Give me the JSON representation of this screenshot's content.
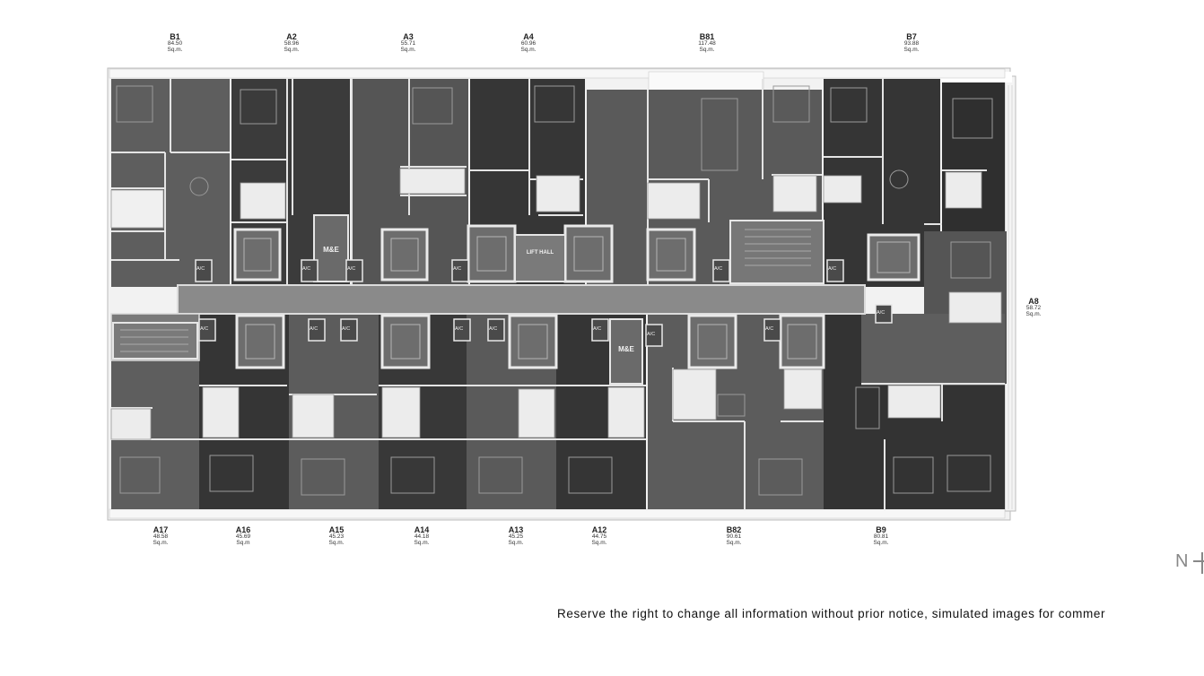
{
  "units_top": [
    {
      "code": "B1",
      "area": "84.50",
      "unit": "Sq.m."
    },
    {
      "code": "A2",
      "area": "58.96",
      "unit": "Sq.m."
    },
    {
      "code": "A3",
      "area": "55.71",
      "unit": "Sq.m."
    },
    {
      "code": "A4",
      "area": "60.96",
      "unit": "Sq.m."
    },
    {
      "code": "B81",
      "area": "117.48",
      "unit": "Sq.m."
    },
    {
      "code": "B7",
      "area": "93.88",
      "unit": "Sq.m."
    }
  ],
  "units_right": [
    {
      "code": "A8",
      "area": "58.72",
      "unit": "Sq.m."
    }
  ],
  "units_bottom": [
    {
      "code": "A17",
      "area": "48.58",
      "unit": "Sq.m."
    },
    {
      "code": "A16",
      "area": "45.69",
      "unit": "Sq.m"
    },
    {
      "code": "A15",
      "area": "45.23",
      "unit": "Sq.m."
    },
    {
      "code": "A14",
      "area": "44.18",
      "unit": "Sq.m."
    },
    {
      "code": "A13",
      "area": "45.25",
      "unit": "Sq.m."
    },
    {
      "code": "A12",
      "area": "44.75",
      "unit": "Sq.m."
    },
    {
      "code": "B82",
      "area": "90.61",
      "unit": "Sq.m."
    },
    {
      "code": "B9",
      "area": "80.81",
      "unit": "Sq.m."
    }
  ],
  "room_labels": {
    "me_top": "M&E",
    "me_bottom": "M&E",
    "lift_hall": "LIFT HALL",
    "ac": "A/C"
  },
  "compass": {
    "letter": "N"
  },
  "disclaimer": "Reserve the right to change all information without prior notice, simulated images for commer",
  "colors": {
    "dark_unit": "#3a3a3a",
    "mid_unit": "#5c5c5c",
    "light_unit": "#7a7a7a",
    "corridor": "#8c8c8c",
    "wall": "#e8e8e8"
  }
}
